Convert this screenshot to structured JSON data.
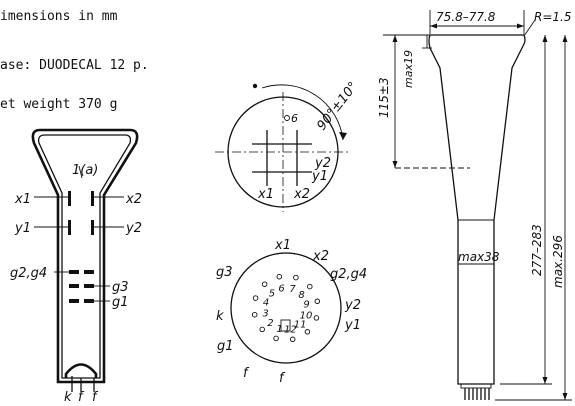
{
  "specs": {
    "dimensions_line": "imensions in mm",
    "base_line": "ase: DUODECAL 12 p.",
    "weight_line": "et weight 370 g"
  },
  "electrode_diagram": {
    "top_label": "1(a)",
    "x1": "x1",
    "x2": "x2",
    "y1": "y1",
    "y2": "y2",
    "g2g4": "g2,g4",
    "g3": "g3",
    "g1": "g1",
    "k": "k",
    "f1": "f",
    "f2": "f"
  },
  "screen_view": {
    "angle": "90°±10°",
    "pin6": "6",
    "x1": "x1",
    "x2": "x2",
    "y1": "y1",
    "y2": "y2"
  },
  "base_view": {
    "x1": "x1",
    "x2": "x2",
    "g3": "g3",
    "g2g4": "g2,g4",
    "k": "k",
    "y2": "y2",
    "g1": "g1",
    "y1": "y1",
    "f1": "f",
    "f2": "f",
    "pins": [
      "1",
      "2",
      "3",
      "4",
      "5",
      "6",
      "7",
      "8",
      "9",
      "10",
      "11",
      "12"
    ]
  },
  "outline": {
    "top_width": "75.8–77.8",
    "radius": "R=1.5",
    "neck_max": "max19",
    "cone_len": "115±3",
    "neck_width": "max38",
    "length_range": "277–283",
    "length_max": "max.296"
  }
}
